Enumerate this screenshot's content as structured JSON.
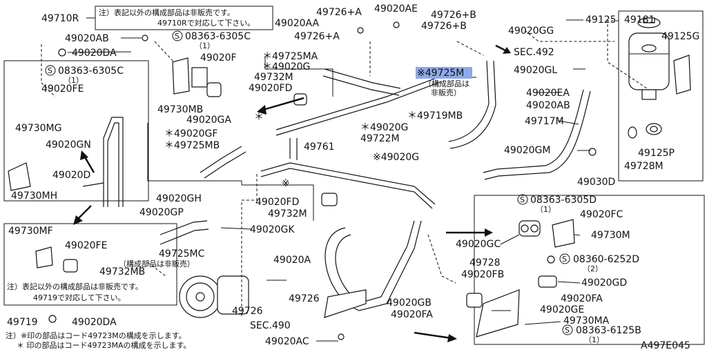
{
  "diagram_id": "A497E045",
  "highlight_color": "#8fa8e8",
  "notes": {
    "top_box_line1": "注）表記以外の構成部品は非販売です。",
    "top_box_line2": "49710Rで対応して下さい。",
    "left_box_line1": "注）表記以外の構成部品は非販売です。",
    "left_box_line2": "49719で対応して下さい。",
    "footer1": "注）※印の部品はコード49723Mの構成を示します。",
    "footer2": "＊ 印の部品はコード49723MAの構成を示します。",
    "not_sold_center_a": "（構成部品は",
    "not_sold_center_b": "非販売）",
    "not_sold_left": "（構成部品は非販売）"
  },
  "labels": {
    "l49710R": "49710R",
    "l49020AB_a": "49020AB",
    "l49020DA_a": "49020DA",
    "l08363_6305C_a": "08363-6305C",
    "l1_a": "（1）",
    "l49020FE_a": "49020FE",
    "l49730MG": "49730MG",
    "l49020GN": "49020GN",
    "l49020D": "49020D",
    "l49730MH": "49730MH",
    "l49730MF": "49730MF",
    "l49020FE_b": "49020FE",
    "l49732MB": "49732MB",
    "l49719": "49719",
    "l49020DA_b": "49020DA",
    "l08363_6305C_b": "08363-6305C",
    "l1_b": "（1）",
    "l49020F": "49020F",
    "l49730MB": "49730MB",
    "l49020GA": "49020GA",
    "l49020AA": "49020AA",
    "l49726A_a": "49726+A",
    "l49726A_b": "49726+A",
    "l49020AE": "49020AE",
    "l49726B_a": "49726+B",
    "l49726B_b": "49726+B",
    "l49020GG": "49020GG",
    "l49125": "49125",
    "l49181": "49181",
    "l49125G": "49125G",
    "l49725MA": "＊49725MA",
    "l49020G_a": "＊49020G",
    "l49732M_a": "49732M",
    "l49020FD_a": "49020FD",
    "l49725M": "※49725M",
    "lSEC492": "SEC.492",
    "l49020GL": "49020GL",
    "l49020EA": "49020EA",
    "l49020AB_b": "49020AB",
    "l49717M": "49717M",
    "l49719MB": "＊49719MB",
    "l49020G_b": "＊49020G",
    "l49722M": "49722M",
    "l49761": "49761",
    "l49020GF": "＊49020GF",
    "l49725MB": "＊49725MB",
    "l49020G_c": "※49020G",
    "l49020GM": "49020GM",
    "l49125P": "49125P",
    "l49728M": "49728M",
    "l49030D": "49030D",
    "l49020GH": "49020GH",
    "l49020GP": "49020GP",
    "l49020GK": "49020GK",
    "l49725MC": "49725MC",
    "l49020FD_b": "49020FD",
    "l49732M_b": "49732M",
    "l08363_6305D": "08363-6305D",
    "l1_c": "（1）",
    "l49020FC": "49020FC",
    "l49730M": "49730M",
    "l49020GC": "49020GC",
    "l49020A": "49020A",
    "l49728": "49728",
    "l49020FB": "49020FB",
    "l08360_6252D": "08360-6252D",
    "l2": "（2）",
    "l49020GD": "49020GD",
    "l49726_a": "49726",
    "l49726_b": "49726",
    "l49020GB": "49020GB",
    "l49020FA_a": "49020FA",
    "l49020FA_b": "49020FA",
    "l49020GE": "49020GE",
    "lSEC490": "SEC.490",
    "l49730MA": "49730MA",
    "l08363_6125B": "08363-6125B",
    "l1_d": "（1）",
    "l49020AC": "49020AC",
    "mark_star": "＊",
    "mark_ref": "※",
    "s_mark": "S"
  }
}
